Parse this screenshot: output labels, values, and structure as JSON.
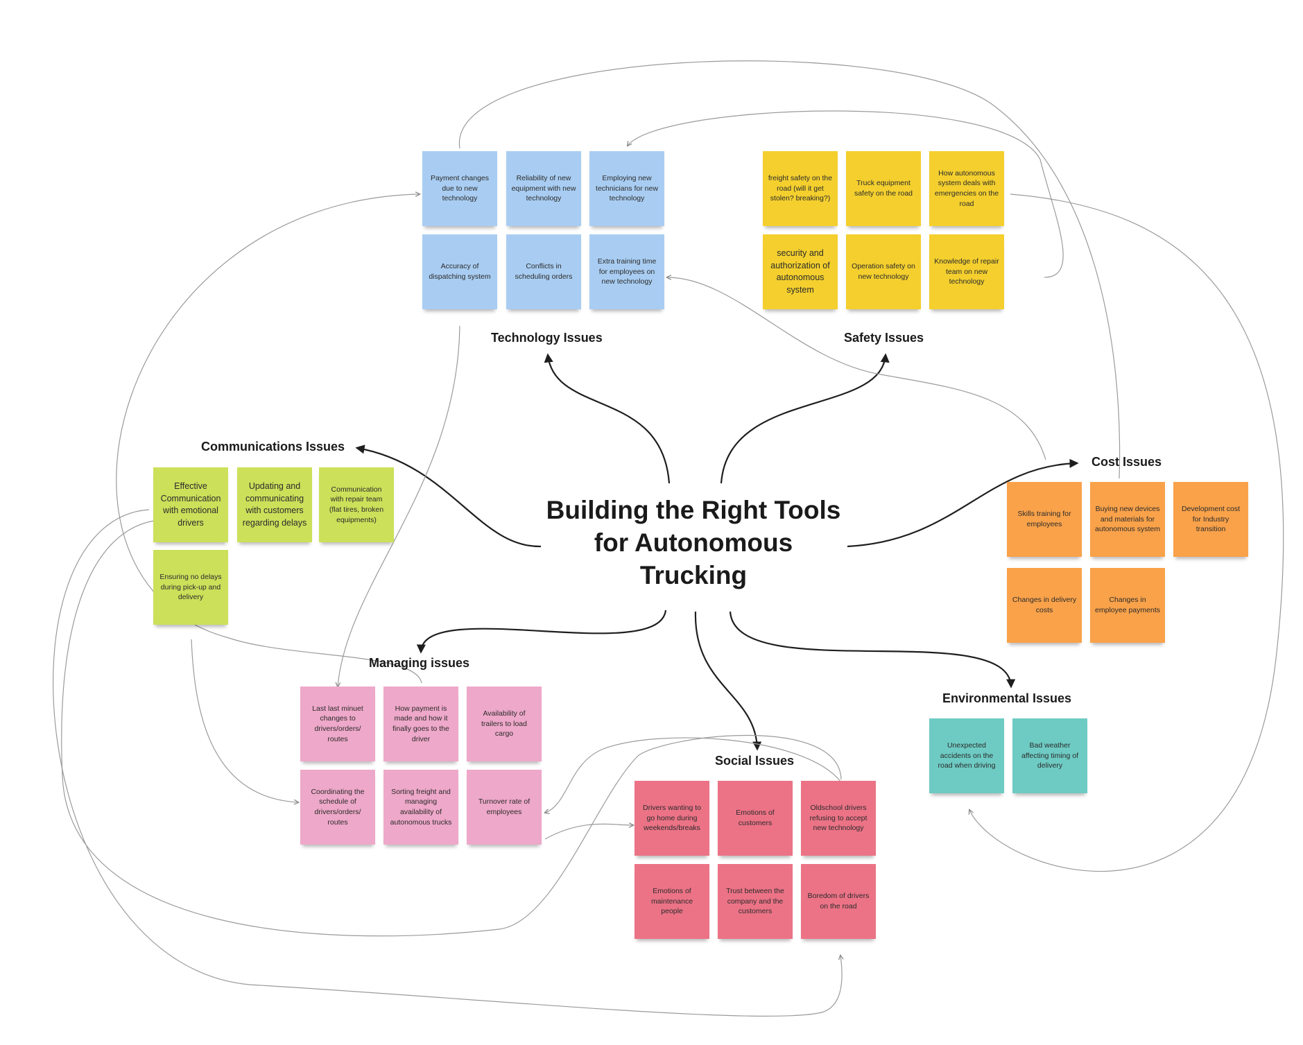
{
  "title": "Building the Right Tools for Autonomous Trucking",
  "colors": {
    "technology": "#a9cdf2",
    "safety": "#f4cf2e",
    "communications": "#cce05a",
    "cost": "#f9a24a",
    "managing": "#eea8c9",
    "social": "#ec7386",
    "environmental": "#6ecbc3"
  },
  "categories": {
    "technology": {
      "label": "Technology Issues",
      "notes": [
        "Payment changes due to new technology",
        "Reliability of new equipment with new technology",
        "Employing new technicians for new technology",
        "Accuracy of dispatching system",
        "Conflicts in scheduling orders",
        "Extra training time for employees on new technology"
      ]
    },
    "safety": {
      "label": "Safety Issues",
      "notes": [
        "freight safety on the road (will it get stolen? breaking?)",
        "Truck equipment safety on the road",
        "How autonomous system deals with emergencies on the road",
        "security and authorization of autonomous system",
        "Operation safety on new technology",
        "Knowledge of repair team on new technology"
      ]
    },
    "communications": {
      "label": "Communications Issues",
      "notes": [
        "Effective Communication with emotional drivers",
        "Updating and communicating with customers regarding delays",
        "Communication with repair team (flat tires, broken equipments)",
        "Ensuring no delays during pick-up and delivery"
      ]
    },
    "cost": {
      "label": "Cost Issues",
      "notes": [
        "Skills training for employees",
        "Buying new devices and materials for autonomous system",
        "Development cost for Industry transition",
        "Changes in delivery costs",
        "Changes in employee payments"
      ]
    },
    "managing": {
      "label": "Managing issues",
      "notes": [
        "Last last minuet changes to drivers/orders/ routes",
        "How payment is made and how it finally goes to the driver",
        "Availability of trailers to load cargo",
        "Coordinating the schedule of drivers/orders/ routes",
        "Sorting freight and managing availability of autonomous trucks",
        "Turnover rate of employees"
      ]
    },
    "social": {
      "label": "Social Issues",
      "notes": [
        "Drivers wanting to go home during weekends/breaks",
        "Emotions of customers",
        "Oldschool drivers refusing to accept new technology",
        "Emotions of maintenance people",
        "Trust between the company and the customers",
        "Boredom of drivers on the road"
      ]
    },
    "environmental": {
      "label": "Environmental Issues",
      "notes": [
        "Unexpected accidents on the road when driving",
        "Bad weather affecting timing of delivery"
      ]
    }
  }
}
